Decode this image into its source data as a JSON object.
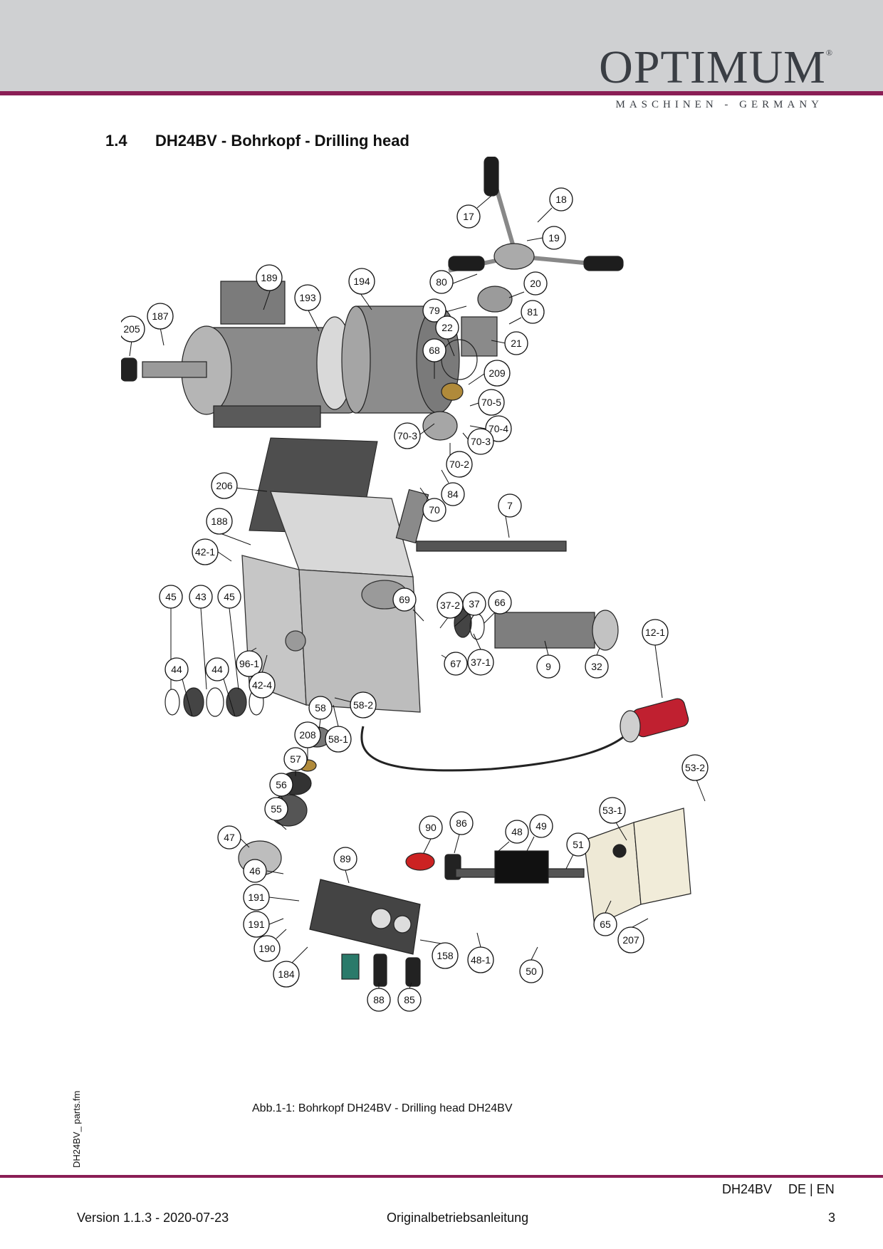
{
  "header": {
    "brand": "OPTIMUM",
    "registered": "®",
    "tagline": "MASCHINEN - GERMANY",
    "colors": {
      "band": "#cfd0d2",
      "rule": "#8a1e55"
    }
  },
  "section": {
    "number": "1.4",
    "title": "DH24BV - Bohrkopf - Drilling head"
  },
  "figure": {
    "caption": "Abb.1-1:   Bohrkopf DH24BV - Drilling head DH24BV",
    "callouts": [
      "17",
      "18",
      "19",
      "20",
      "80",
      "79",
      "81",
      "21",
      "22",
      "68",
      "209",
      "70-5",
      "70-4",
      "70-3",
      "70-3",
      "70-2",
      "84",
      "70",
      "7",
      "189",
      "193",
      "194",
      "187",
      "205",
      "206",
      "188",
      "42-1",
      "69",
      "37-2",
      "37",
      "66",
      "45",
      "43",
      "45",
      "44",
      "44",
      "96-1",
      "42-4",
      "67",
      "37-1",
      "9",
      "32",
      "12-1",
      "58",
      "58-2",
      "208",
      "58-1",
      "57",
      "56",
      "55",
      "47",
      "46",
      "191",
      "191",
      "190",
      "184",
      "89",
      "90",
      "86",
      "88",
      "85",
      "158",
      "48-1",
      "48",
      "49",
      "51",
      "50",
      "53-1",
      "53-2",
      "65",
      "207"
    ]
  },
  "footer": {
    "file": "DH24BV_ parts.fm",
    "model": "DH24BV",
    "languages": "DE | EN",
    "version": "Version 1.1.3 - 2020-07-23",
    "manual": "Originalbetriebsanleitung",
    "page": "3"
  }
}
